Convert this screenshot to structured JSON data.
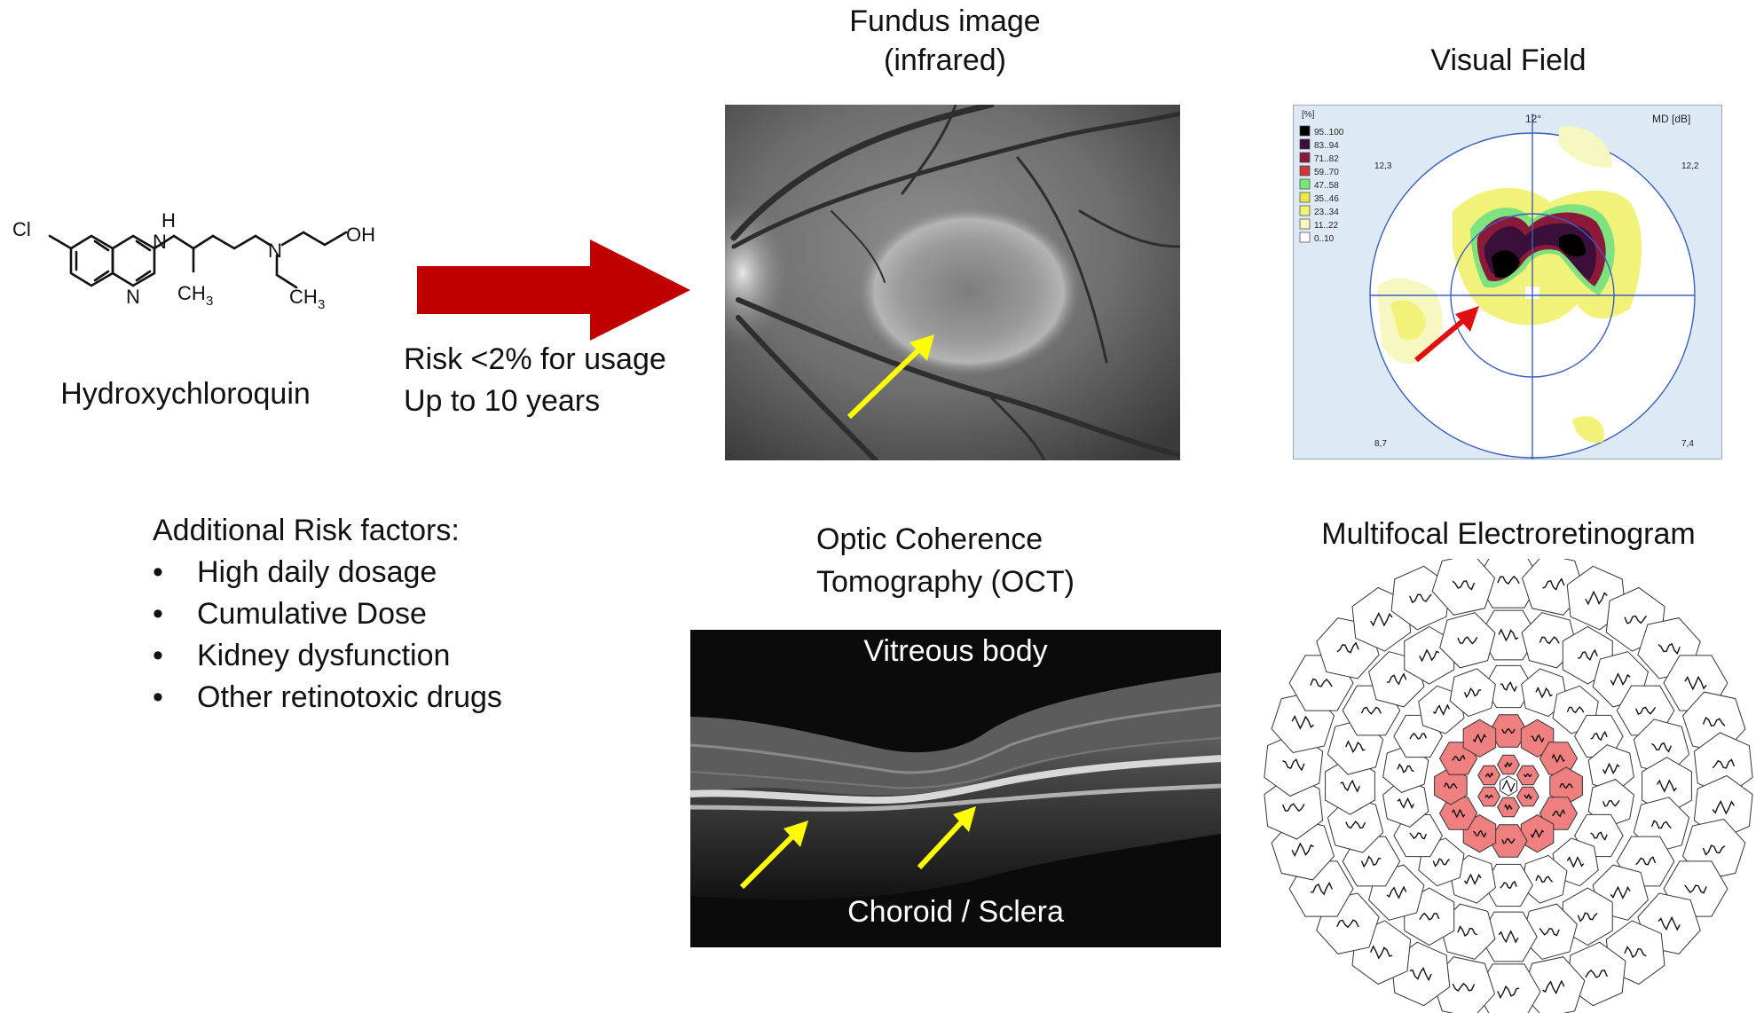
{
  "molecule": {
    "name": "Hydroxychloroquin",
    "atoms": {
      "cl": "Cl",
      "nh": "H",
      "n_nh": "N",
      "n_ring": "N",
      "ch3_a": "CH",
      "ch3_b": "CH",
      "sub3": "3",
      "n_amine": "N",
      "oh": "OH"
    }
  },
  "risk": {
    "line1": "Risk <2% for usage",
    "line2": "Up to 10 years",
    "arrow_color": "#c00000"
  },
  "additional": {
    "heading": "Additional Risk factors:",
    "items": [
      "High daily dosage",
      "Cumulative Dose",
      "Kidney dysfunction",
      "Other retinotoxic drugs"
    ]
  },
  "fundus": {
    "title_line1": "Fundus image",
    "title_line2": "(infrared)",
    "arrow_color": "#ffff00",
    "icon": "yellow-arrow-icon"
  },
  "visual_field": {
    "title": "Visual Field",
    "unit": "[%]",
    "legend": [
      "95..100",
      "83..94",
      "71..82",
      "59..70",
      "47..58",
      "35..46",
      "23..34",
      "11..22",
      "0..10"
    ],
    "legend_colors": [
      "#000000",
      "#3a0f3a",
      "#8b1a3a",
      "#c9383a",
      "#7ee37e",
      "#e8e84a",
      "#f2f27a",
      "#f7f7c2",
      "#ffffff"
    ],
    "angle_label": "12°",
    "md_label": "MD [dB]",
    "corner_tl": "12,3",
    "corner_tr": "12,2",
    "corner_bl": "8,7",
    "corner_br": "7,4",
    "arrow_color": "#e01010"
  },
  "oct": {
    "title_line1": "Optic Coherence",
    "title_line2": "Tomography (OCT)",
    "top_label": "Vitreous body",
    "bottom_label": "Choroid / Sclera",
    "arrow_color": "#ffff00"
  },
  "mferg": {
    "title": "Multifocal Electroretinogram",
    "highlight_color": "#f08080"
  }
}
